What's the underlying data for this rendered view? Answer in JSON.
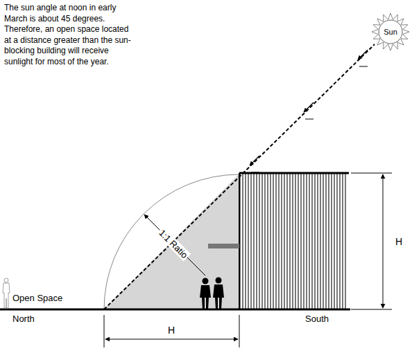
{
  "diagram": {
    "nodes": [
      {
        "text": [
          "Sun"
        ]
      }
    ],
    "labels": [
      "The sun angle at noon in early March is about 45 degrees.  Therefore, an open space located at a distance greater than the sun-blocking building will receive sunlight for most of the year.",
      "1:1 Ratio",
      "H",
      "H",
      "Open Space",
      "North",
      "South"
    ]
  }
}
